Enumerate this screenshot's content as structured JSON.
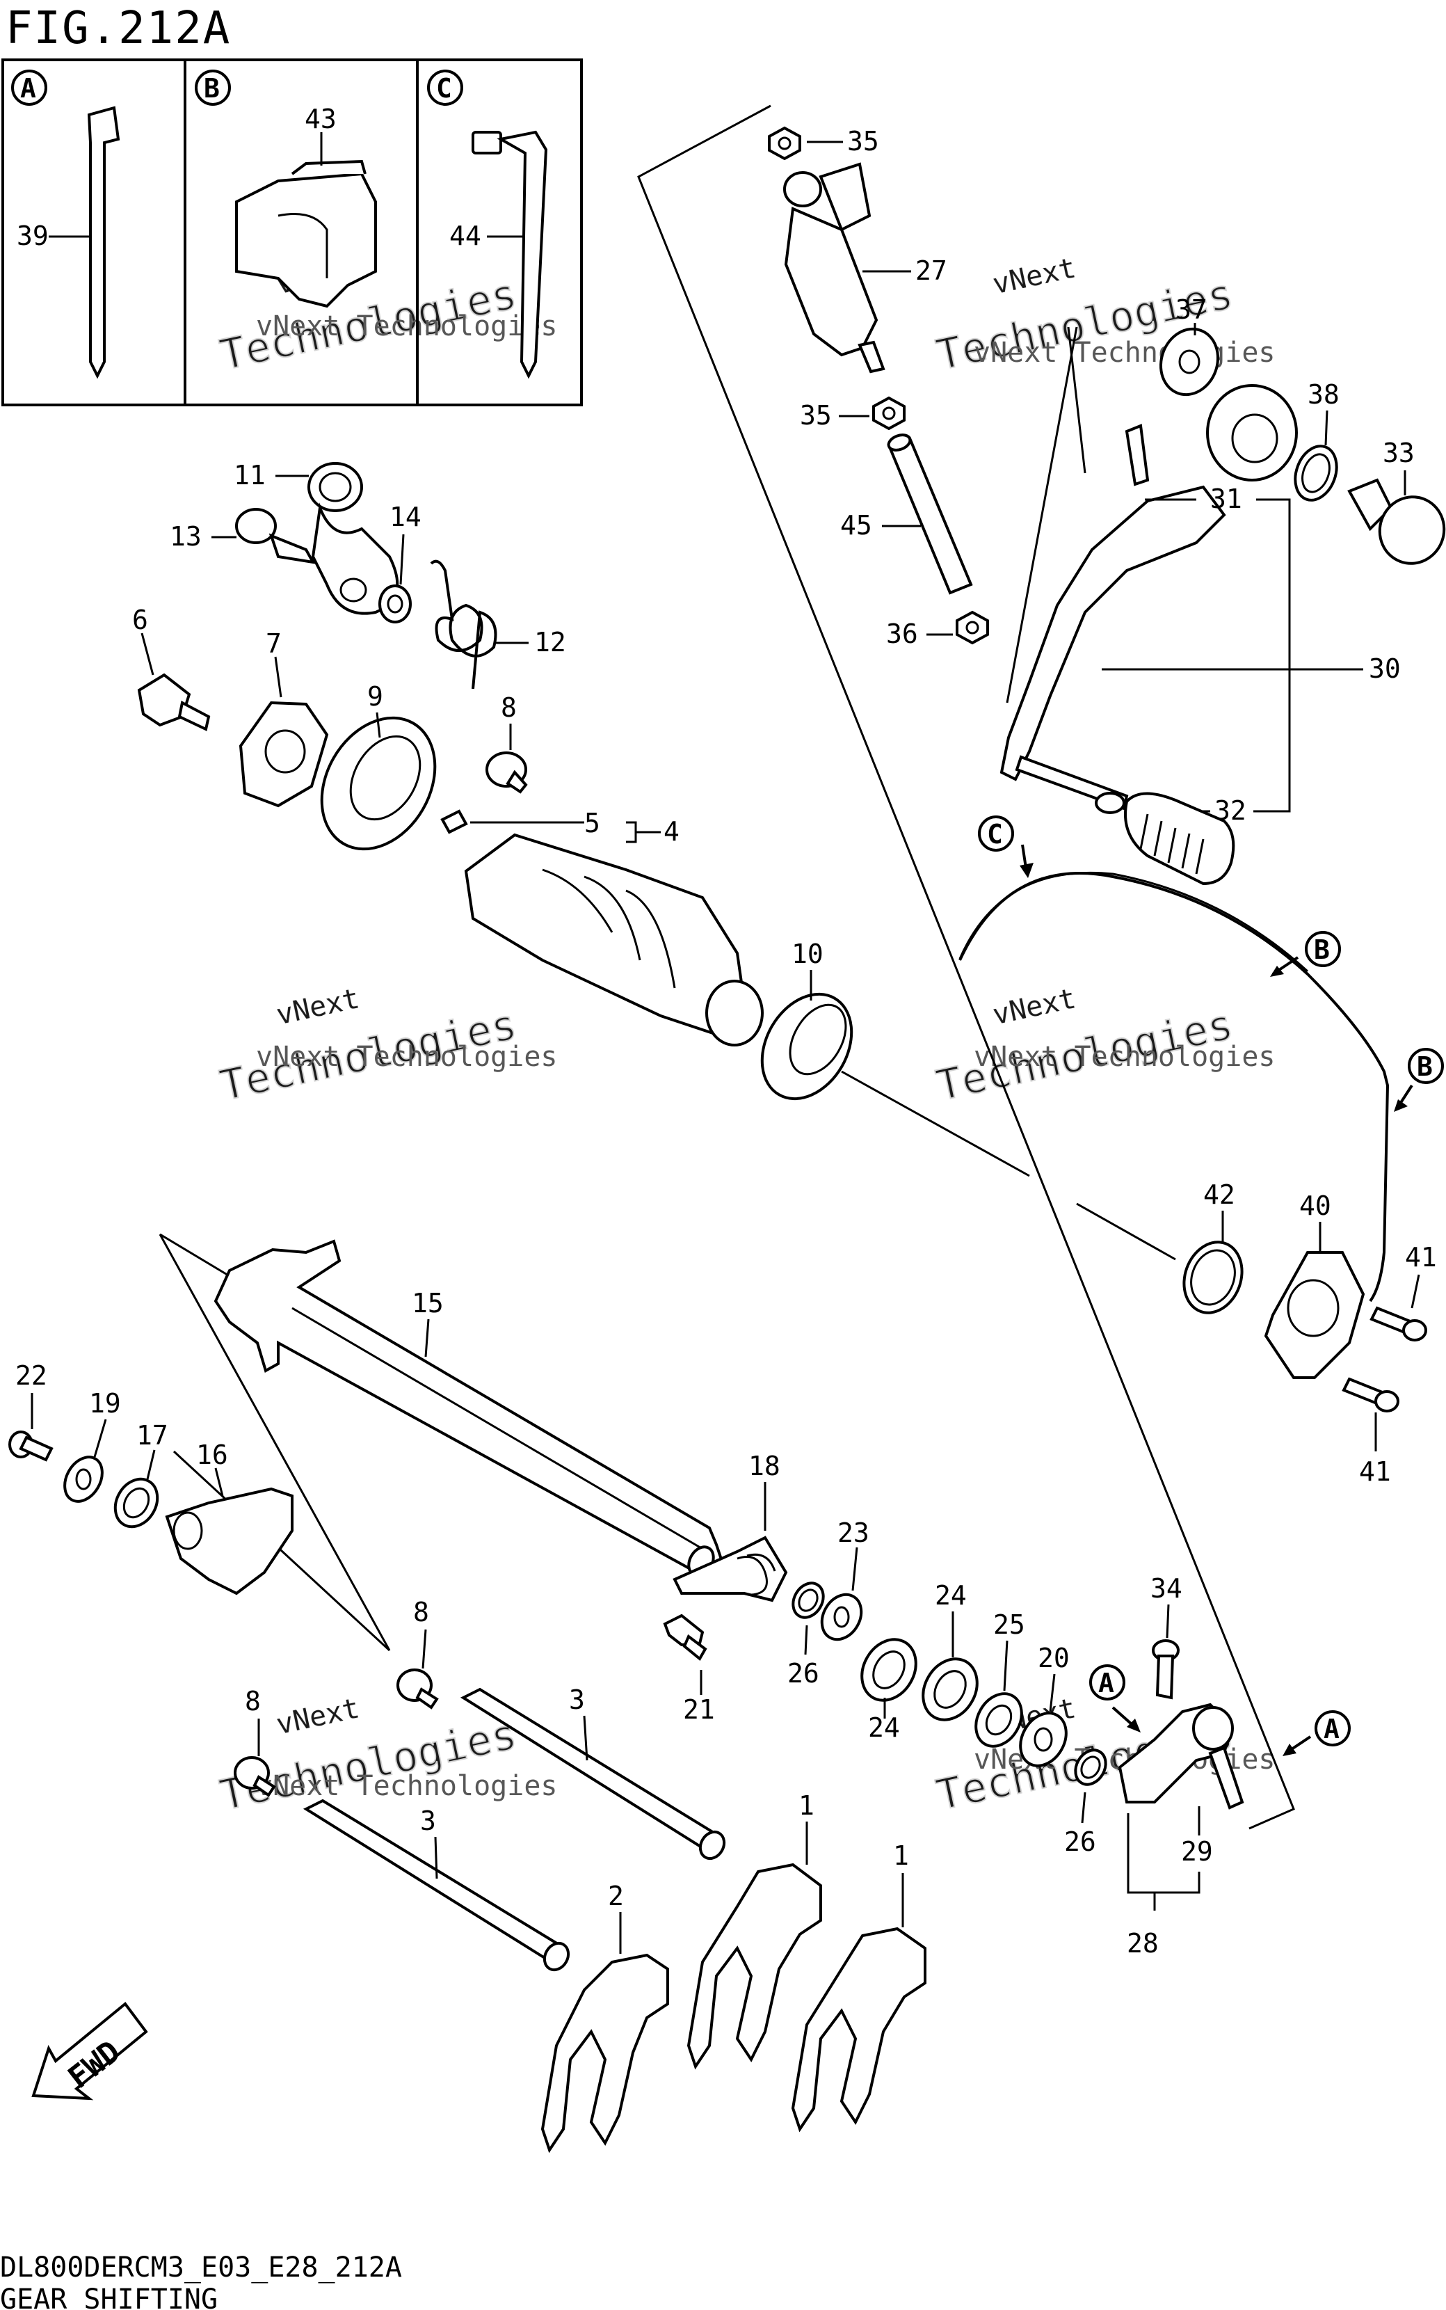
{
  "figure_title": "FIG.212A",
  "model_code": "DL800DERCM3_E03_E28_212A",
  "section_name": "GEAR SHIFTING",
  "watermark": {
    "line1": "vNext",
    "line2": "vNext Technologies",
    "line3": "Technologies"
  },
  "inset": {
    "a": "A",
    "b": "B",
    "c": "C"
  },
  "arrow_refs": {
    "c": "C",
    "b1": "B",
    "b2": "B",
    "a1": "A",
    "a2": "A"
  },
  "fwd_label": "FWD",
  "labels": {
    "p1a": "1",
    "p1b": "1",
    "p2": "2",
    "p3a": "3",
    "p3b": "3",
    "p4": "4",
    "p5": "5",
    "p6": "6",
    "p7": "7",
    "p8a": "8",
    "p8b": "8",
    "p8c": "8",
    "p9": "9",
    "p10": "10",
    "p11": "11",
    "p12": "12",
    "p13": "13",
    "p14": "14",
    "p15": "15",
    "p16": "16",
    "p17": "17",
    "p18": "18",
    "p19": "19",
    "p20": "20",
    "p21": "21",
    "p22": "22",
    "p23": "23",
    "p24a": "24",
    "p24b": "24",
    "p25": "25",
    "p26a": "26",
    "p26b": "26",
    "p27": "27",
    "p28": "28",
    "p29": "29",
    "p30": "30",
    "p31": "31",
    "p32": "32",
    "p33": "33",
    "p34": "34",
    "p35a": "35",
    "p35b": "35",
    "p36": "36",
    "p37": "37",
    "p38": "38",
    "p39": "39",
    "p40": "40",
    "p41a": "41",
    "p41b": "41",
    "p42": "42",
    "p43": "43",
    "p44": "44",
    "p45": "45"
  }
}
